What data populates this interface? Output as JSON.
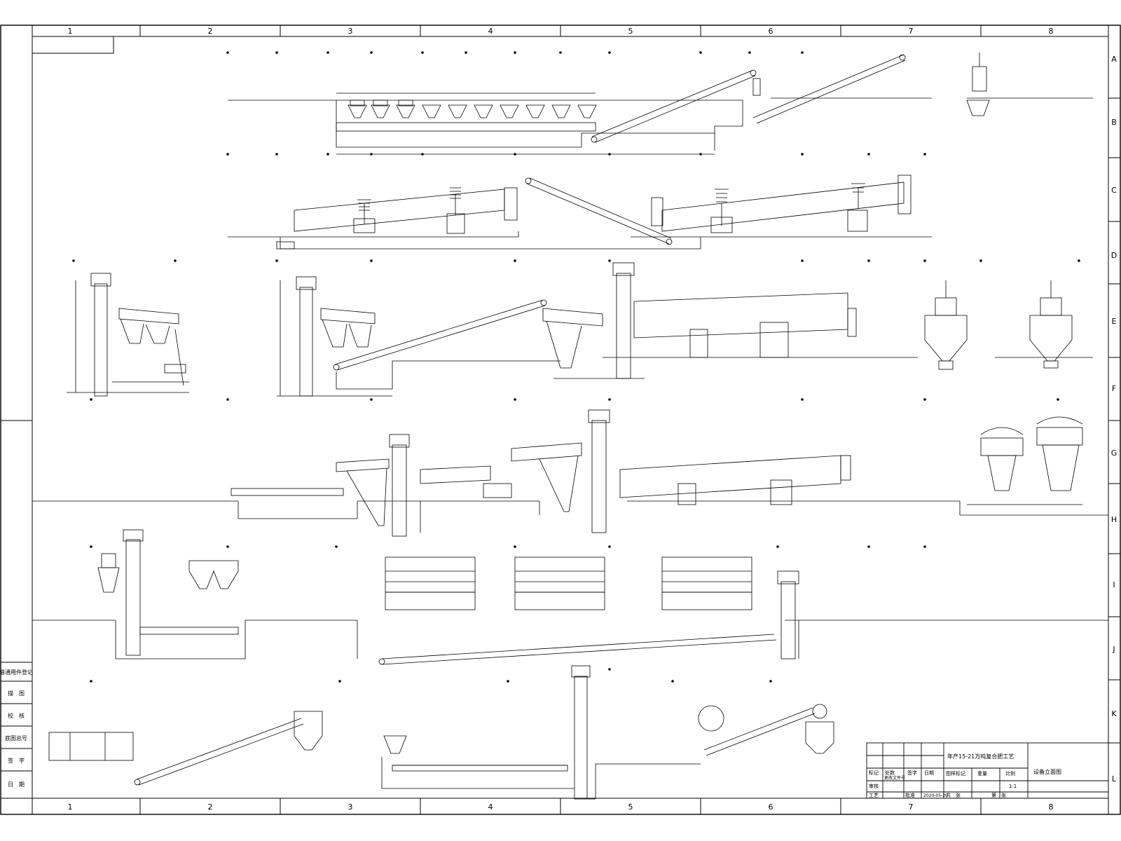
{
  "drawing": {
    "columns": [
      "1",
      "2",
      "3",
      "4",
      "5",
      "6",
      "7",
      "8"
    ],
    "rows": [
      "A",
      "B",
      "C",
      "D",
      "E",
      "F",
      "G",
      "H",
      "I",
      "J",
      "K",
      "L"
    ]
  },
  "side_block": {
    "items": [
      "借通用件登记",
      "描　图",
      "校　核",
      "底图总号",
      "签　字",
      "日　期"
    ]
  },
  "title_block": {
    "project": "年产15-21万吨复合肥工艺",
    "drawing_name": "设备立面图",
    "labels": {
      "mark": "标记",
      "count": "处数",
      "change_doc": "更改文件号",
      "signature": "签字",
      "date": "日期",
      "design": "审核",
      "craft": "工艺",
      "approve": "批准",
      "stage_mark": "图样标记",
      "weight": "重量",
      "scale": "比例",
      "total_sheets": "共　张",
      "sheet_no": "第　张"
    },
    "scale_value": "1:1",
    "date_value": "2020-05-20"
  }
}
